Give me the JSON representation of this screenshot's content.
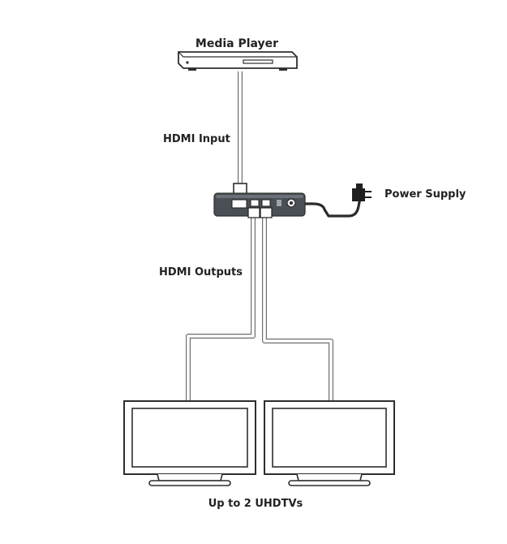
{
  "labels": {
    "media_player": "Media Player",
    "hdmi_input": "HDMI Input",
    "power_supply": "Power Supply",
    "hdmi_outputs": "HDMI Outputs",
    "uhdtvs": "Up to 2 UHDTVs"
  },
  "colors": {
    "line": "#2e2e2e",
    "cable_edge": "#6e6e6e",
    "device_body": "#4a4f55",
    "label": "#222222"
  }
}
